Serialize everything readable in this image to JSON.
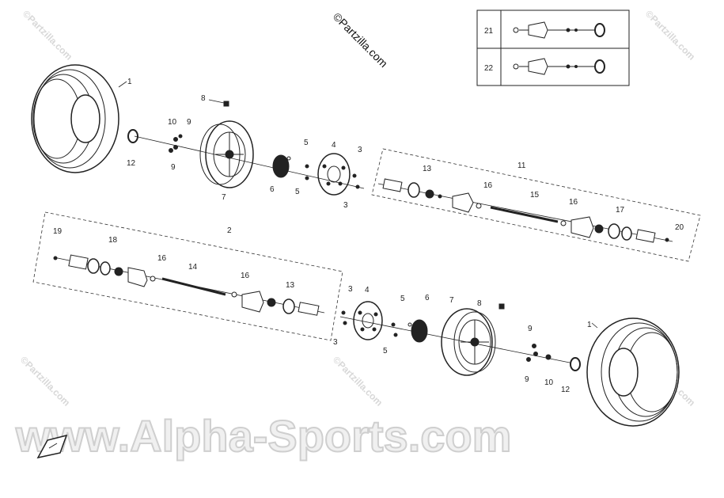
{
  "copyright_diag": "©Partzilla.com",
  "watermarks": {
    "partzilla": "©Partzilla.com",
    "site": "www.Alpha-Sports.com"
  },
  "legend": {
    "rows": [
      "21",
      "22"
    ]
  },
  "callouts": {
    "p1": "1",
    "p2": "2",
    "p3": "3",
    "p4": "4",
    "p5": "5",
    "p6": "6",
    "p7": "7",
    "p8": "8",
    "p9": "9",
    "p10": "10",
    "p11": "11",
    "p12": "12",
    "p13": "13",
    "p14": "14",
    "p15": "15",
    "p16": "16",
    "p17": "17",
    "p18": "18",
    "p19": "19",
    "p20": "20"
  },
  "colors": {
    "line": "#222222",
    "watermark": "#d0d0d0"
  }
}
